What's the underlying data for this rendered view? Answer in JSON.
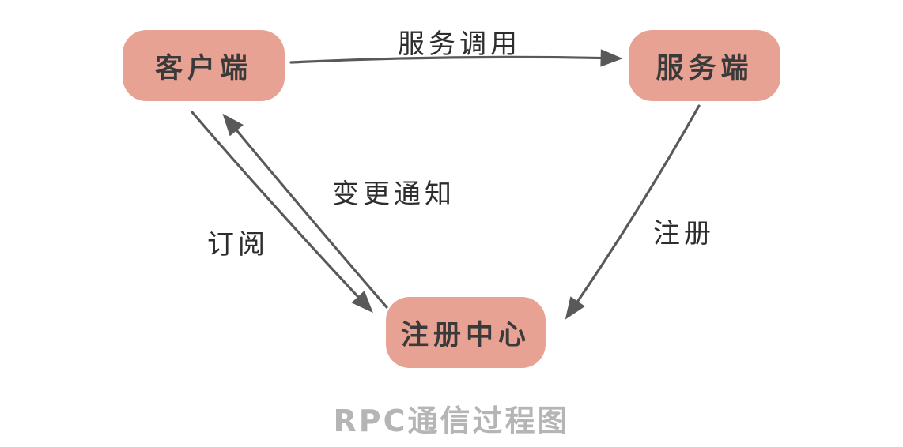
{
  "diagram": {
    "title": "RPC通信过程图",
    "nodes": {
      "client": {
        "label": "客户端"
      },
      "server": {
        "label": "服务端"
      },
      "registry": {
        "label": "注册中心"
      }
    },
    "edges": {
      "service_call": {
        "label": "服务调用",
        "from": "client",
        "to": "server"
      },
      "register": {
        "label": "注册",
        "from": "server",
        "to": "registry"
      },
      "subscribe": {
        "label": "订阅",
        "from": "client",
        "to": "registry"
      },
      "change_notify": {
        "label": "变更通知",
        "from": "registry",
        "to": "client"
      }
    },
    "colors": {
      "node_fill": "#e8a294",
      "arrow": "#595959",
      "title_color": "#b5b5b5"
    }
  }
}
